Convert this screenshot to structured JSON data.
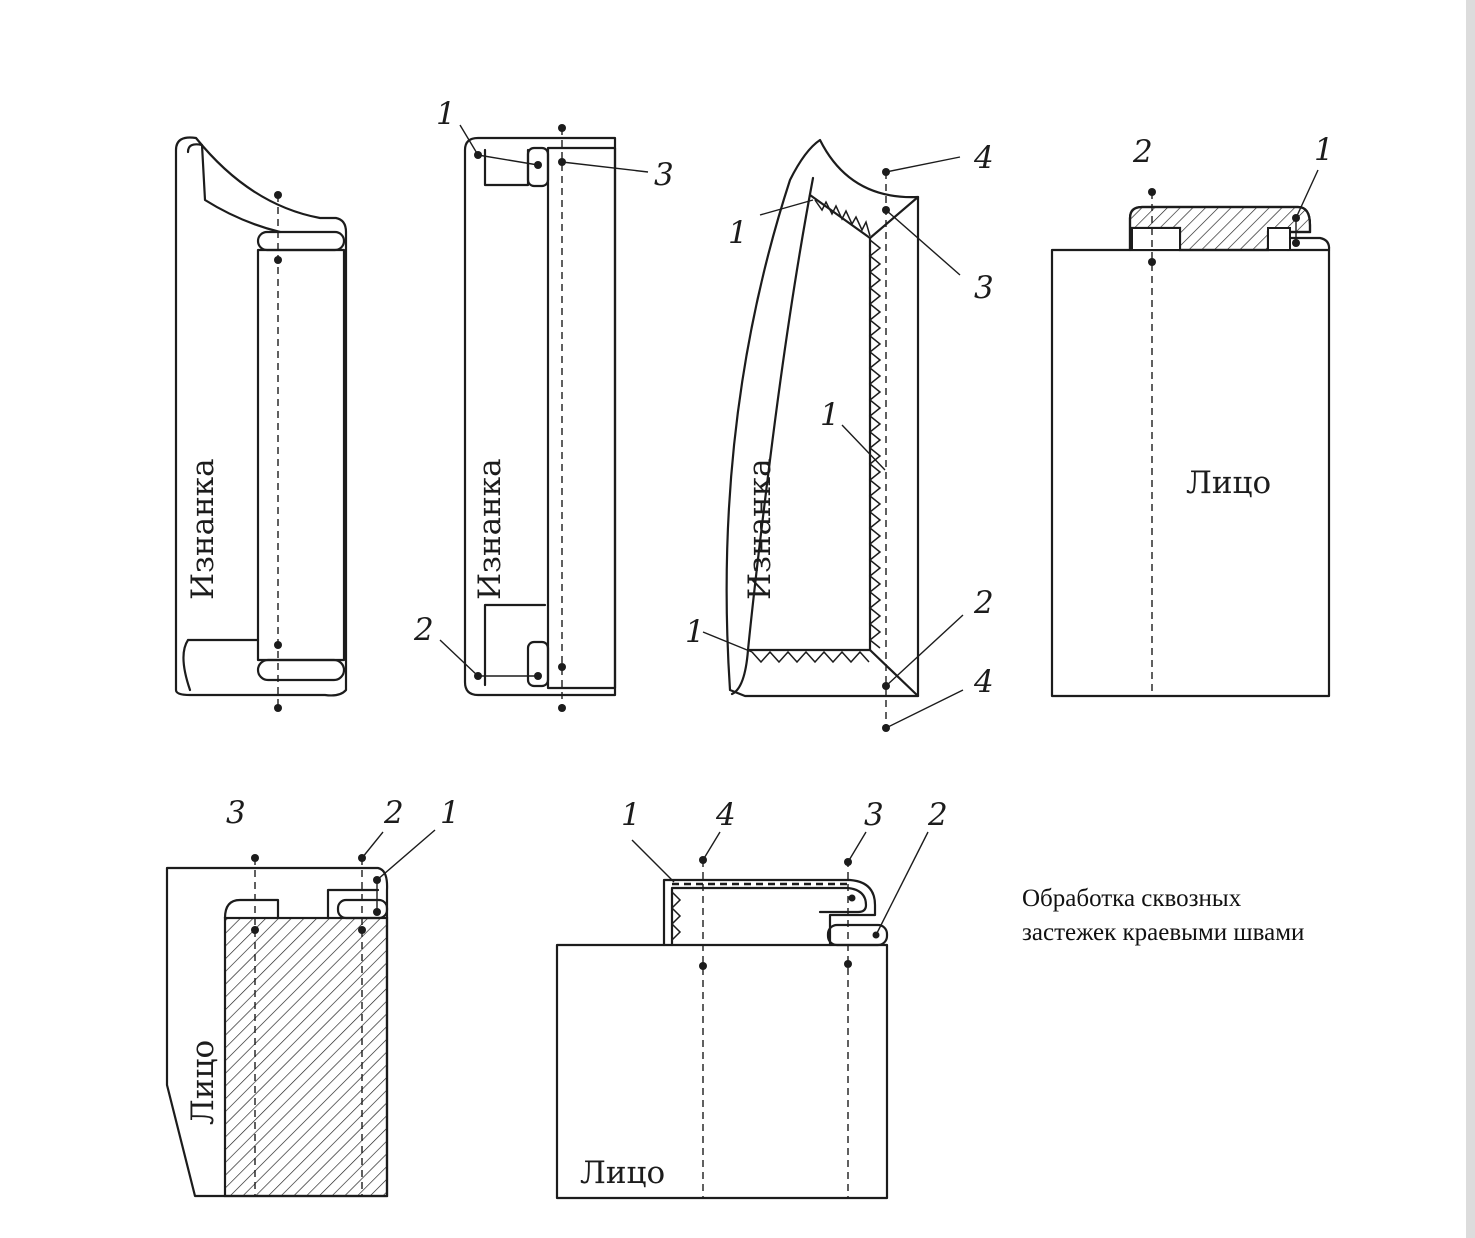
{
  "labels": {
    "reverse_side": "Изнанка",
    "face_side": "Лицо"
  },
  "markers": {
    "m1": "1",
    "m2": "2",
    "m3": "3",
    "m4": "4"
  },
  "caption": {
    "line1": "Обработка сквозных",
    "line2": "застежек краевыми швами"
  }
}
